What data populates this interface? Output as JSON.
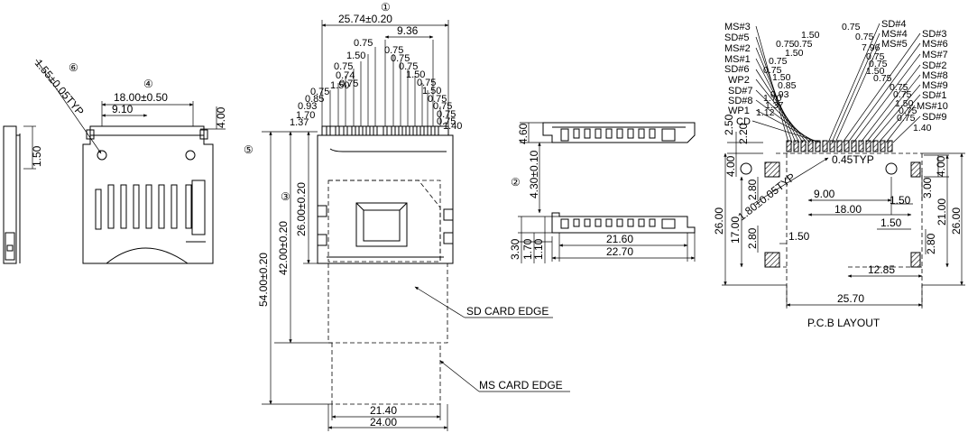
{
  "callouts": {
    "c1": "①",
    "c2": "②",
    "c3": "③",
    "c4": "④",
    "c5": "⑤",
    "c6": "⑥"
  },
  "left_view": {
    "dim_18": "18.00±0.50",
    "dim_9_10": "9.10",
    "dim_4_00": "4.00",
    "dim_1_55": "1.55±0.05TYP",
    "dim_side_1_50": "1.50"
  },
  "top_view": {
    "width_total": "25.74±0.20",
    "w_9_36": "9.36",
    "pitch_labels_right": [
      "0.75",
      "0.75",
      "0.75",
      "0.75",
      "1.50",
      "0.75",
      "1.50",
      "0.75",
      "0.75",
      "0.75",
      "0.75",
      "1.40"
    ],
    "pitch_labels_left": [
      "0.75",
      "1.50",
      "0.75",
      "0.74",
      "0.75",
      "1.50",
      "0.75",
      "0.85",
      "0.93",
      "1.70",
      "1.37"
    ],
    "h_54": "54.00±0.20",
    "h_42": "42.00±0.20",
    "h_26": "26.00±0.20",
    "w_21_40": "21.40",
    "w_24_00": "24.00",
    "sd_edge": "SD CARD EDGE",
    "ms_edge": "MS CARD EDGE"
  },
  "side_views": {
    "h_4_60": "4.60",
    "h_4_30": "4.30±0.10",
    "h_3_30": "3.30",
    "h_1_70": "1.70",
    "h_1_10": "1.10",
    "w_21_60": "21.60",
    "w_22_70": "22.70"
  },
  "pcb": {
    "title": "P.C.B LAYOUT",
    "left_labels": [
      "MS#3",
      "SD#5",
      "MS#2",
      "MS#1",
      "SD#6",
      "WP2",
      "SD#7",
      "SD#8",
      "WP1",
      "CD"
    ],
    "left_values": [
      "0.75",
      "1.50",
      "0.75",
      "0.75",
      "1.50",
      "0.75",
      "0.85",
      "0.93",
      "1.70",
      "1.37",
      "1.12"
    ],
    "right_labels": [
      "SD#4",
      "MS#4",
      "SD#3",
      "MS#5",
      "MS#6",
      "MS#7",
      "SD#2",
      "MS#8",
      "MS#9",
      "SD#1",
      "MS#10",
      "SD#9"
    ],
    "right_values": [
      "0.75",
      "7.96",
      "0.75",
      "0.75",
      "1.50",
      "0.75",
      "0.75",
      "0.75",
      "1.50",
      "0.75",
      "0.75",
      "0.75",
      "1.40"
    ],
    "top_left_values": [
      "0.75",
      "1.50",
      "0.75"
    ],
    "typ_045": "0.45TYP",
    "hole_dia": "1.80±0.05TYP",
    "h_2_50": "2.50",
    "h_2_20": "2.20",
    "h_4_00_l": "4.00",
    "h_2_80_a": "2.80",
    "h_2_80_b": "2.80",
    "h_17": "17.00",
    "h_26_l": "26.00",
    "w_1_50_a": "1.50",
    "w_9_00": "9.00",
    "w_18_00": "18.00",
    "w_1_50_b": "1.50",
    "w_1_50_c": "1.50",
    "h_4_00_r": "4.00",
    "h_3_00": "3.00",
    "h_21": "21.00",
    "h_26_r": "26.00",
    "h_2_80_r": "2.80",
    "w_12_85": "12.85",
    "w_25_70": "25.70"
  }
}
